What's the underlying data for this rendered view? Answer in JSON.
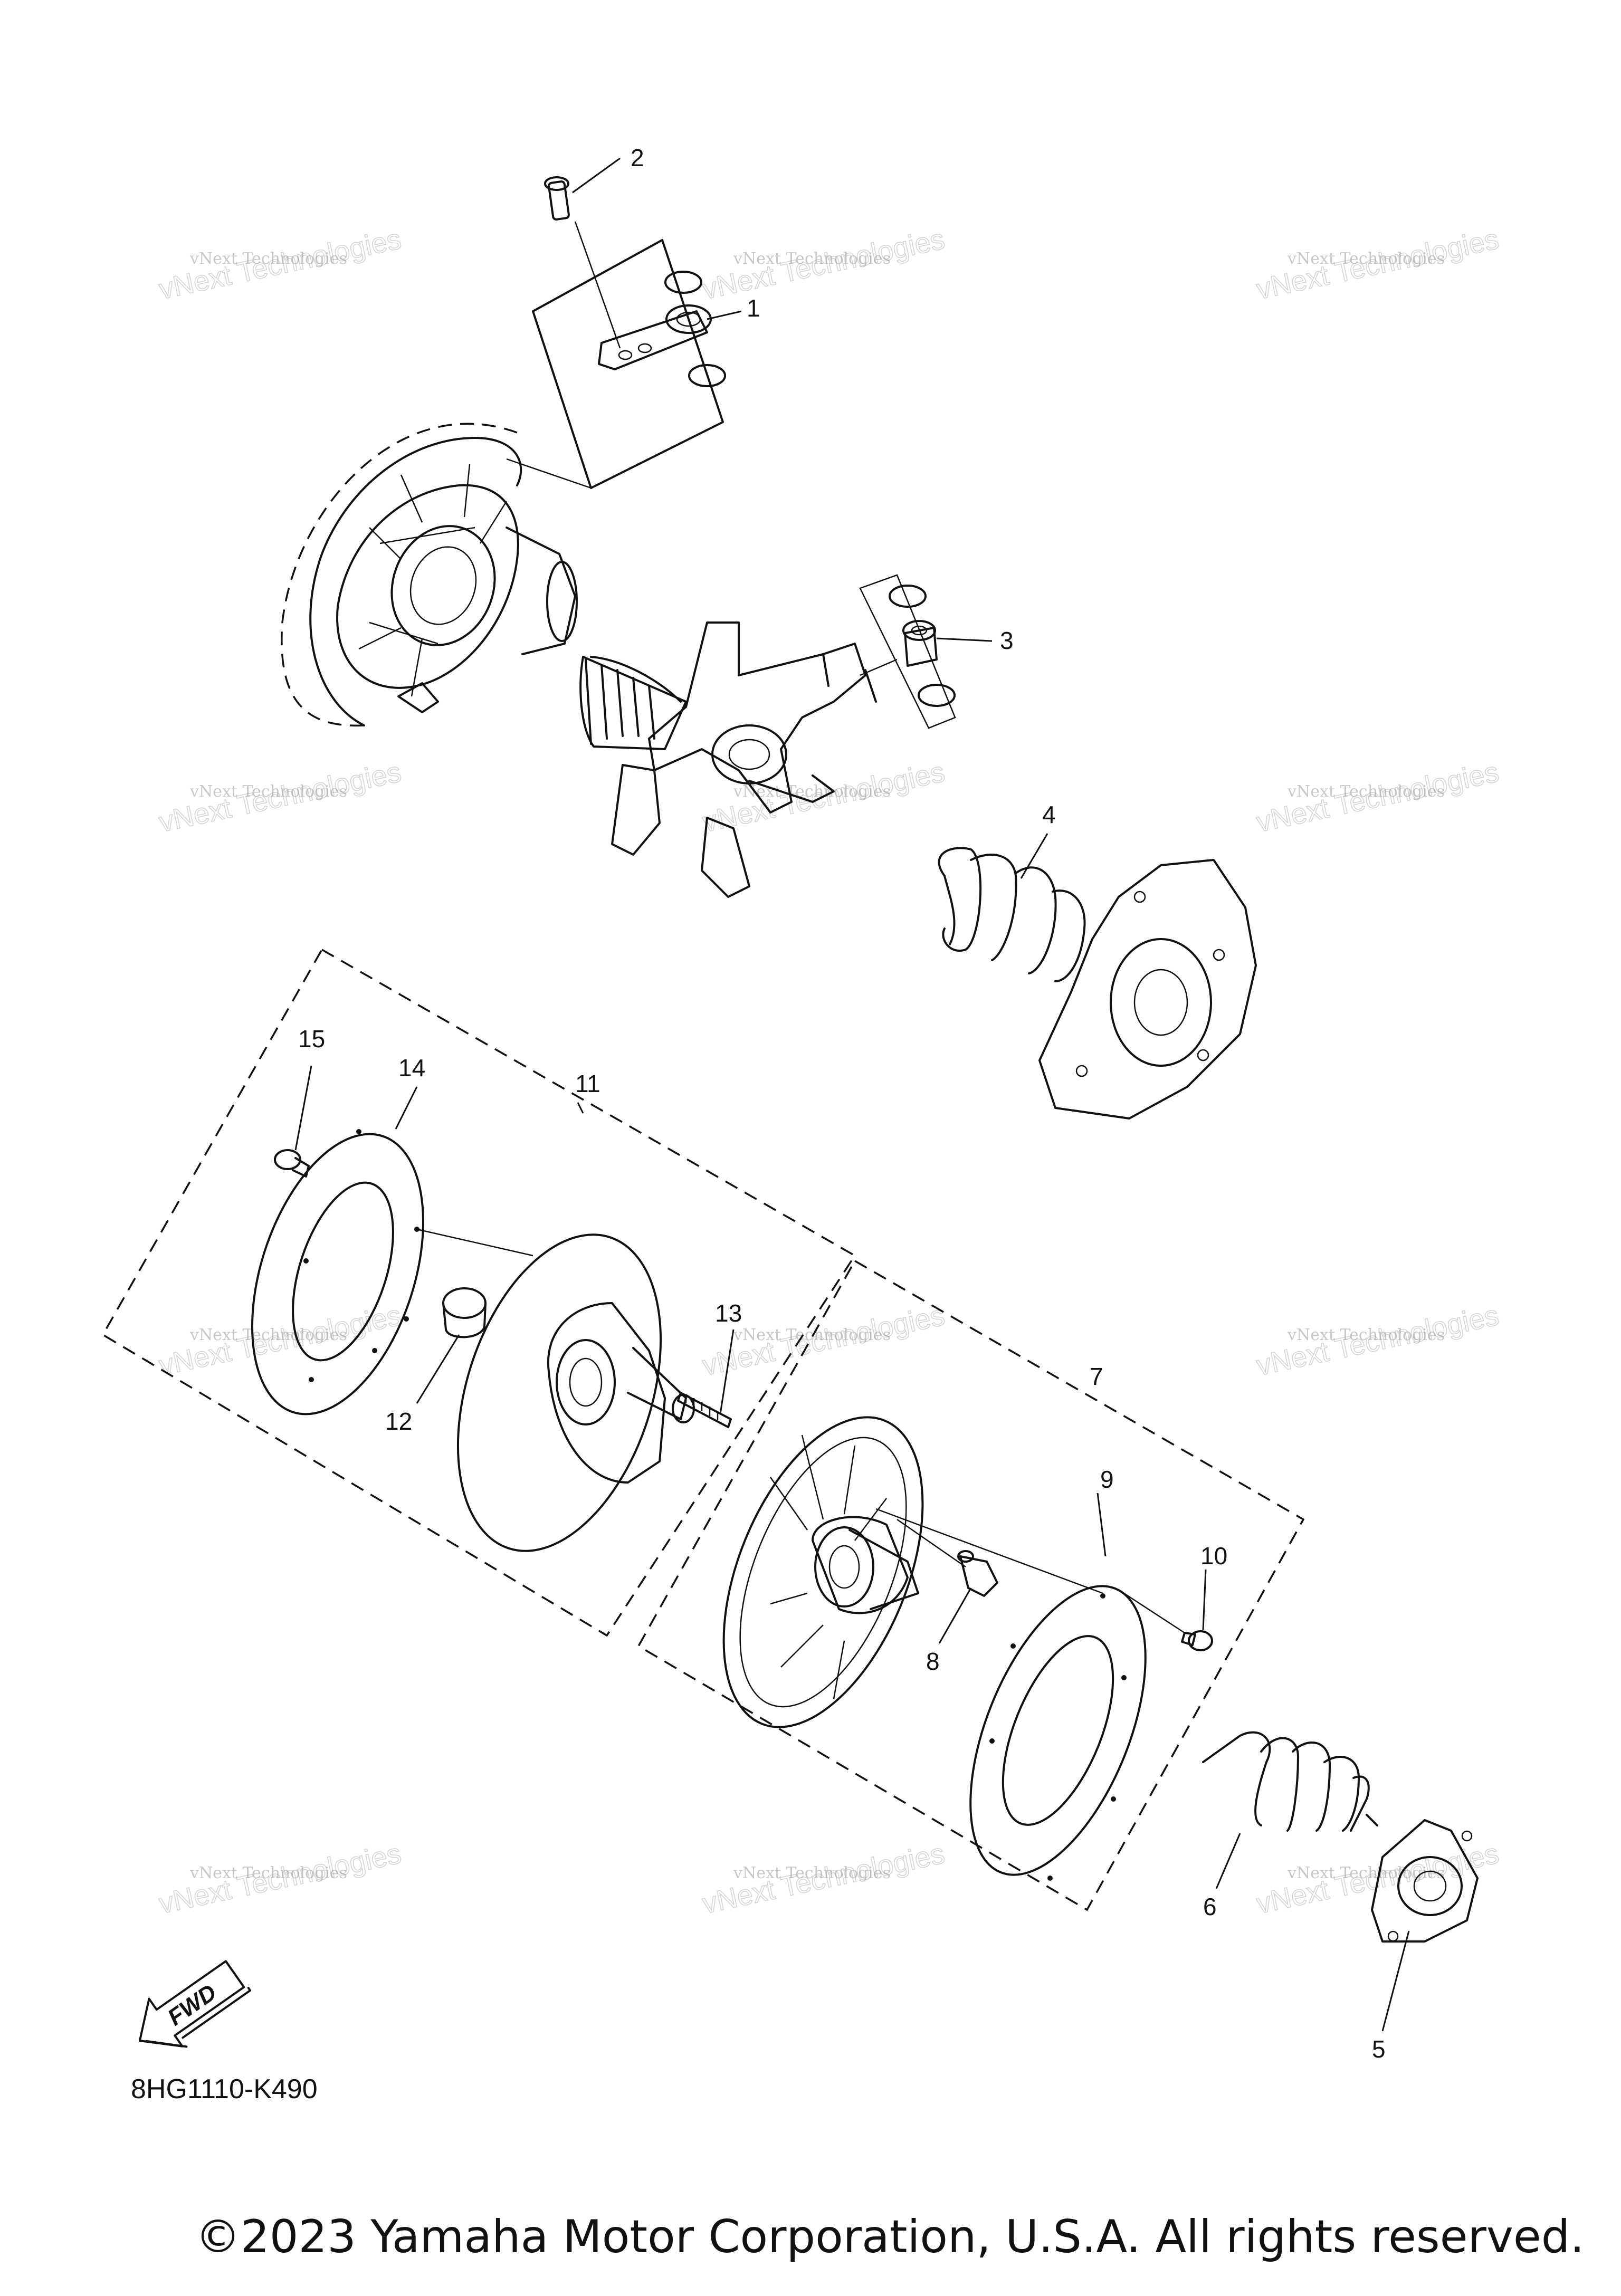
{
  "callouts": {
    "c1": "1",
    "c2": "2",
    "c3": "3",
    "c4": "4",
    "c5": "5",
    "c6": "6",
    "c7": "7",
    "c8": "8",
    "c9": "9",
    "c10": "10",
    "c11": "11",
    "c12": "12",
    "c13": "13",
    "c14": "14",
    "c15": "15"
  },
  "watermark": {
    "line_small": "vNext Technologies",
    "line_big": "vNext Technologies"
  },
  "fwd_label": "FWD",
  "diagram_code": "8HG1110-K490",
  "copyright": "©2023 Yamaha Motor Corporation, U.S.A. All rights reserved."
}
